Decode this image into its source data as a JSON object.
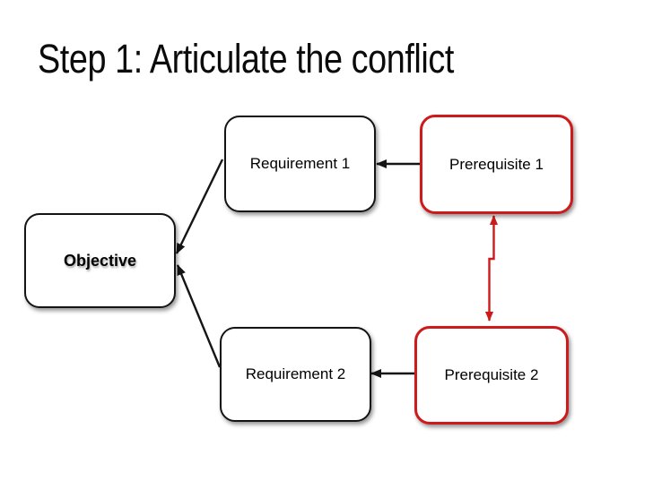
{
  "slide": {
    "title": "Step 1: Articulate the conflict",
    "background_color": "#ffffff"
  },
  "colors": {
    "title_text": "#0b0b0b",
    "node_text": "#000000",
    "black_line": "#151515",
    "red_line": "#cd1a1a",
    "node_border_black": "#141414",
    "node_border_red": "#cd1a1a",
    "node_fill": "#ffffff"
  },
  "diagram": {
    "type": "evaporating-cloud-conflict-diagram",
    "nodes": [
      {
        "id": "objective",
        "label": "Objective",
        "border": "black",
        "bold": true
      },
      {
        "id": "requirement-1",
        "label": "Requirement 1",
        "border": "black",
        "bold": false
      },
      {
        "id": "requirement-2",
        "label": "Requirement 2",
        "border": "black",
        "bold": false
      },
      {
        "id": "prerequisite-1",
        "label": "Prerequisite 1",
        "border": "red",
        "bold": false
      },
      {
        "id": "prerequisite-2",
        "label": "Prerequisite 2",
        "border": "red",
        "bold": false
      }
    ],
    "edges": [
      {
        "from": "requirement-1",
        "to": "objective",
        "color": "black",
        "heads": "single",
        "shape": "straight-diagonal"
      },
      {
        "from": "requirement-2",
        "to": "objective",
        "color": "black",
        "heads": "single",
        "shape": "straight-diagonal"
      },
      {
        "from": "prerequisite-1",
        "to": "requirement-1",
        "color": "black",
        "heads": "single",
        "shape": "straight-horizontal"
      },
      {
        "from": "prerequisite-2",
        "to": "requirement-2",
        "color": "black",
        "heads": "single",
        "shape": "straight-horizontal"
      },
      {
        "between": [
          "prerequisite-1",
          "prerequisite-2"
        ],
        "color": "red",
        "heads": "double",
        "shape": "vertical-with-step-jog"
      }
    ]
  }
}
